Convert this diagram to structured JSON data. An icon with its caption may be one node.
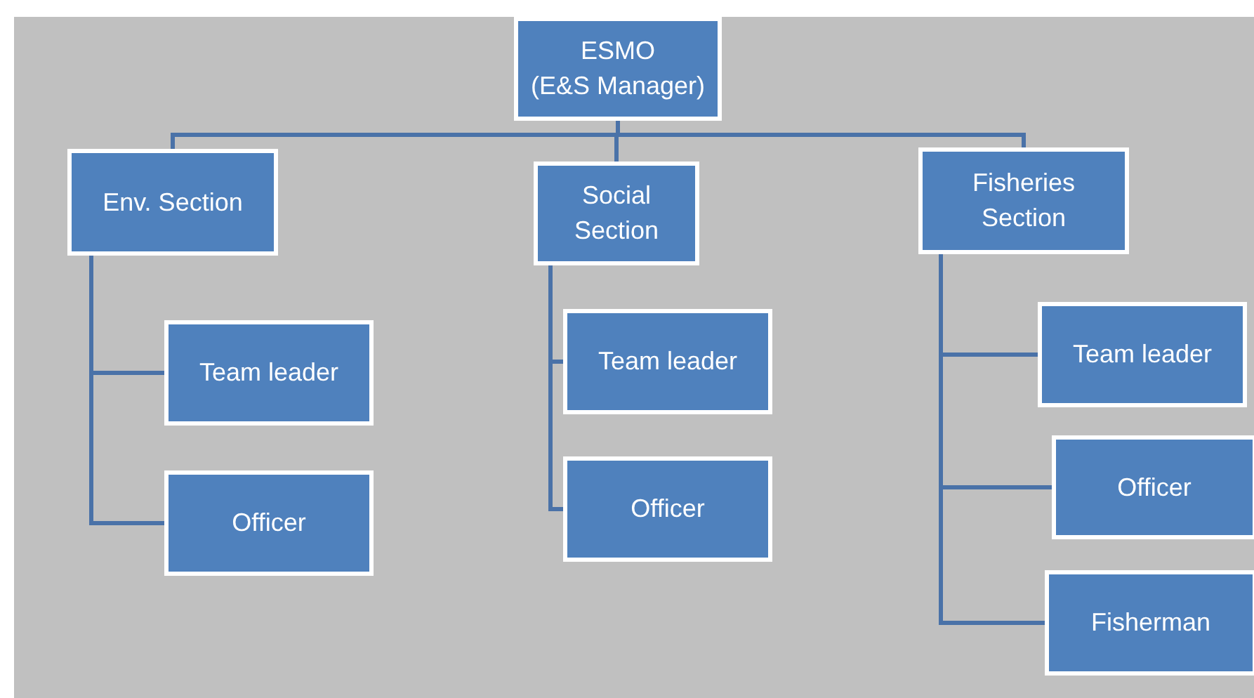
{
  "diagram": {
    "nodes": [
      {
        "text": [
          "ESMO",
          "(E&S Manager)"
        ]
      },
      {
        "text": [
          "Env. Section"
        ]
      },
      {
        "text": [
          "Social Section"
        ]
      },
      {
        "text": [
          "Fisheries Section"
        ]
      },
      {
        "text": [
          "Team leader"
        ]
      },
      {
        "text": [
          "Officer"
        ]
      },
      {
        "text": [
          "Team leader"
        ]
      },
      {
        "text": [
          "Officer"
        ]
      },
      {
        "text": [
          "Team leader"
        ]
      },
      {
        "text": [
          "Officer"
        ]
      },
      {
        "text": [
          "Fisherman"
        ]
      }
    ],
    "edges": [
      {
        "from": 0,
        "to": 1,
        "arrow": "none"
      },
      {
        "from": 0,
        "to": 2,
        "arrow": "none"
      },
      {
        "from": 0,
        "to": 3,
        "arrow": "none"
      },
      {
        "from": 1,
        "to": 4,
        "arrow": "none"
      },
      {
        "from": 1,
        "to": 5,
        "arrow": "none"
      },
      {
        "from": 2,
        "to": 6,
        "arrow": "none"
      },
      {
        "from": 2,
        "to": 7,
        "arrow": "none"
      },
      {
        "from": 3,
        "to": 8,
        "arrow": "none"
      },
      {
        "from": 3,
        "to": 9,
        "arrow": "none"
      },
      {
        "from": 3,
        "to": 10,
        "arrow": "none"
      }
    ]
  }
}
